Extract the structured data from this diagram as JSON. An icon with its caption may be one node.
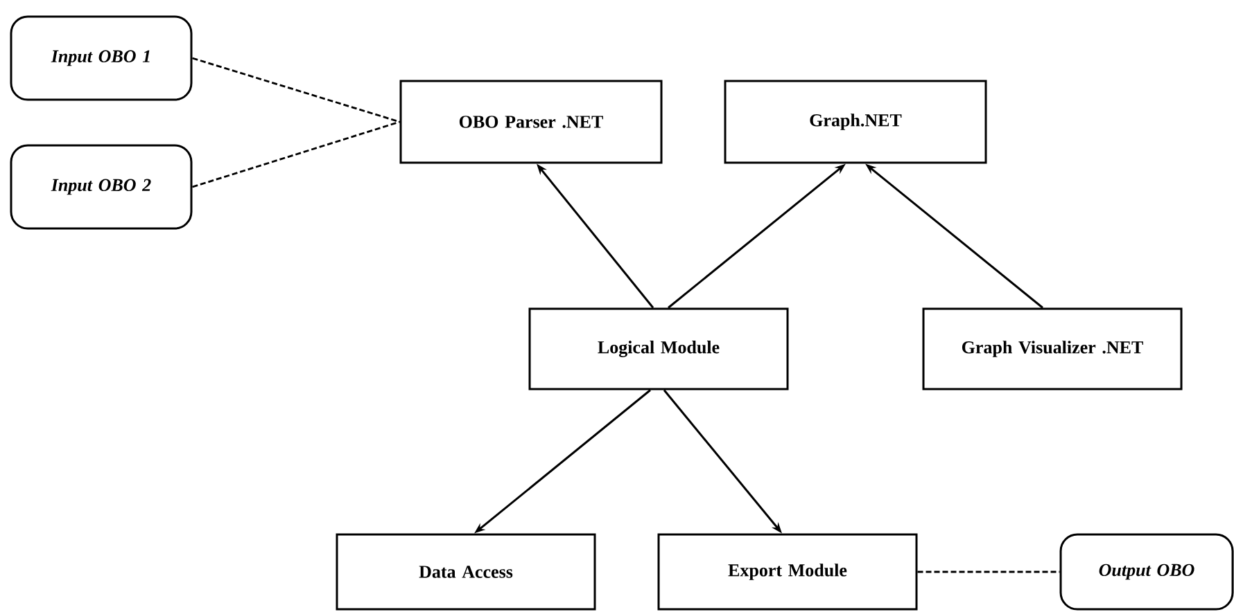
{
  "diagram": {
    "nodes": [
      {
        "text": [
          "Input OBO 1"
        ]
      },
      {
        "text": [
          "Input OBO 2"
        ]
      },
      {
        "text": [
          "OBO Parser .NET"
        ]
      },
      {
        "text": [
          "Graph.NET"
        ]
      },
      {
        "text": [
          "Logical Module"
        ]
      },
      {
        "text": [
          "Graph Visualizer .NET"
        ]
      },
      {
        "text": [
          "Data Access"
        ]
      },
      {
        "text": [
          "Export Module"
        ]
      },
      {
        "text": [
          "Output OBO"
        ]
      }
    ],
    "edges": [
      {
        "from": 0,
        "to": 2,
        "arrow": "none",
        "style": "dashed"
      },
      {
        "from": 1,
        "to": 2,
        "arrow": "none",
        "style": "dashed"
      },
      {
        "from": 4,
        "to": 2,
        "arrow": "to"
      },
      {
        "from": 4,
        "to": 3,
        "arrow": "to"
      },
      {
        "from": 5,
        "to": 3,
        "arrow": "to"
      },
      {
        "from": 4,
        "to": 6,
        "arrow": "to"
      },
      {
        "from": 4,
        "to": 7,
        "arrow": "to"
      },
      {
        "from": 7,
        "to": 8,
        "arrow": "none",
        "style": "dashed"
      }
    ]
  }
}
